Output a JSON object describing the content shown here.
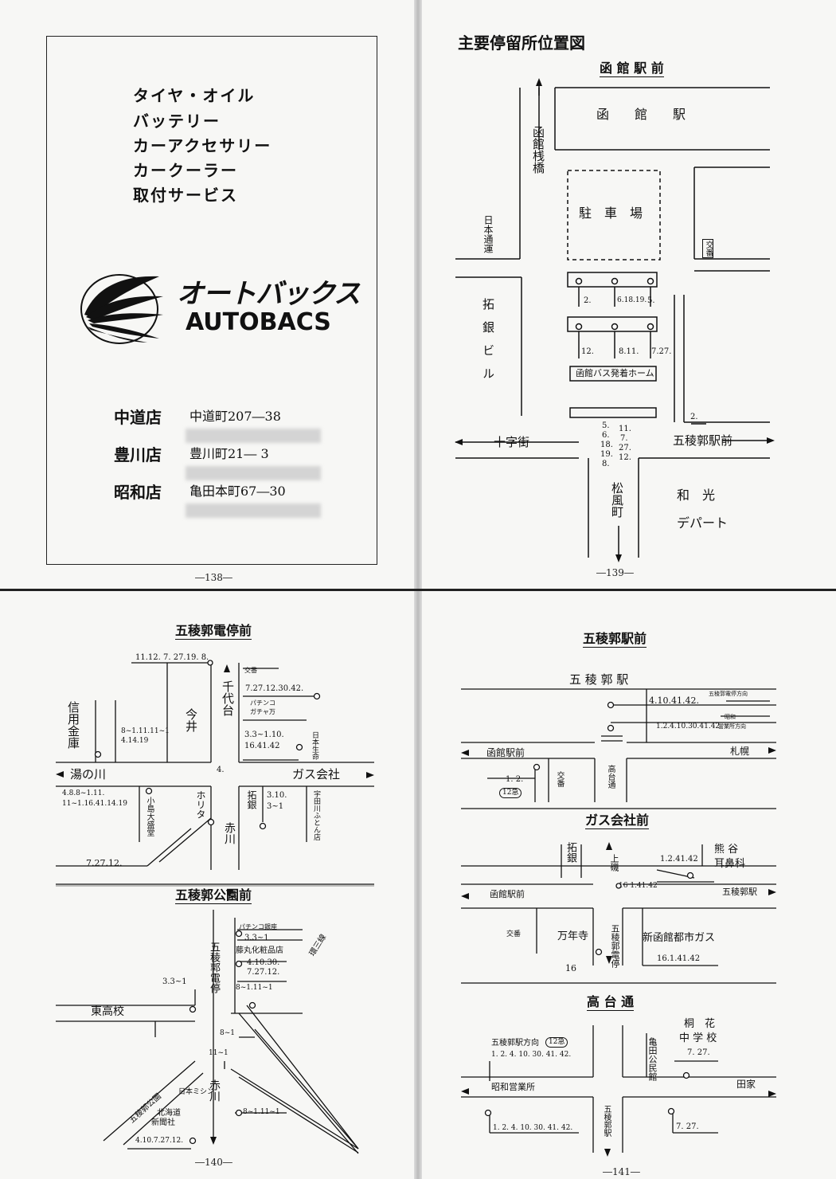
{
  "p138": {
    "services": [
      "タイヤ・オイル",
      "バッテリー",
      "カーアクセサリー",
      "カークーラー",
      "取付サービス"
    ],
    "brand_kana": "オートバックス",
    "brand_latin": "AUTOBACS",
    "stores": [
      {
        "name": "中道店",
        "address": "中道町207―38"
      },
      {
        "name": "豊川店",
        "address": "豊川町21― 3"
      },
      {
        "name": "昭和店",
        "address": "亀田本町67―30"
      }
    ],
    "page_number": "―138―"
  },
  "p139": {
    "heading": "主要停留所位置図",
    "subtitle": "函 館 駅 前",
    "station": "函　　館　　駅",
    "pier": "函館桟橋",
    "nittsu": "日本通運",
    "parking": "駐　車　場",
    "koban": "交番",
    "bus_a": "2.",
    "bus_b": "6.18.19.",
    "bus_c": "5.",
    "bus_d": "12.",
    "bus_e": "8.11.",
    "bus_f": "7.27.",
    "terminal": "函館バス発着ホーム",
    "takugin": "拓銀ビル",
    "stop_g": "5.",
    "stop_h": "6.",
    "stop_i": "18.",
    "stop_j": "19.",
    "stop_k": "8.",
    "stop_l": "11.",
    "stop_m": "7.",
    "stop_n": "27.",
    "stop_o": "12.",
    "stop_p": "2.",
    "juji": "十字街",
    "goryo": "五稜郭駅前",
    "matsukaze": "松風町",
    "wako": "和　光",
    "dept": "デパート",
    "page_number": "―139―"
  },
  "p140": {
    "title1": "五稜郭電停前",
    "r1": "11.12. 7. 27.19. 8.",
    "koban": "交番",
    "chiyo": "千代台",
    "r2": "7.27.12.30.42.",
    "pachinko": "パチンコ",
    "gacha": "ガチャ万",
    "imai": "今井",
    "shinyo": "信用金庫",
    "r3": "8~1.11.11~1",
    "r4": "4.14.19",
    "r5": "3.3~1.10.",
    "r6": "16.41.42",
    "nissei": "日本生命",
    "yunokawa": "湯の川",
    "r7": "4.",
    "gas": "ガス会社",
    "r8": "4.8.8~1.11.",
    "r9": "11~1.16.41.14.19",
    "kojima": "小島大盛堂",
    "horita": "ホリタ",
    "takugin": "拓銀",
    "r10": "3.10.",
    "r11": "3~1",
    "futon": "宇田川ふとん店",
    "akagawa": "赤川",
    "r12": "7.27.12.",
    "title2": "五稜郭公園前",
    "pachinko2": "パチンコ銀座",
    "r13": "3.3~1",
    "fujimaru": "藤丸化粧品店",
    "r14": "4.10.30.",
    "r15": "7.27.12.",
    "densha": "五稜郭電停",
    "ring3": "環三線",
    "r16": "8~1.11~1",
    "r17": "3.3~1",
    "higashi": "東高校",
    "r18": "8~1",
    "r19": "11~1",
    "akagawa2": "赤川",
    "park": "五稜郭公園",
    "nihon_mishin": "日本ミシン",
    "hokkaido": "北海道",
    "shinbun": "新聞社",
    "r20": "8~1.11~1",
    "r21": "4.10.7.27.12.",
    "page_number": "―140―"
  },
  "p141": {
    "title1": "五稜郭駅前",
    "station": "五 稜 郭 駅",
    "r1": "4.10.41.42.",
    "d1": "五稜郭電停方向",
    "d2": "昭和",
    "r2": "1.2.4.10.30.41.42.",
    "d3": "営業所方向",
    "hakodate": "函館駅前",
    "sapporo": "札幌",
    "r3": "1. 2.",
    "r4": "12急",
    "koban": "交番",
    "takadai": "高台通",
    "title2": "ガス会社前",
    "takugin": "拓銀",
    "kamiiso": "上磯",
    "r5": "1.2.41.42",
    "kumagai": "熊 谷",
    "jibika": "耳鼻科",
    "r6": "16 1.41.42",
    "hakodate2": "函館駅前",
    "goryoeki": "五稜郭駅",
    "koban2": "交番",
    "manneji": "万年寺",
    "densha": "五稜郭電停",
    "gasco": "新函館都市ガス",
    "r7": "16.1.41.42",
    "r8": "16",
    "title3": "高 台 通",
    "kiri": "桐　花",
    "chugaku": "中 学 校",
    "r9": "7. 27.",
    "dir": "五稜郭駅方向",
    "r10": "12急",
    "r11": "1. 2. 4. 10. 30. 41. 42.",
    "kameda": "亀田公民館",
    "showa": "昭和営業所",
    "taya": "田家",
    "goryoeki2": "五稜郭駅",
    "r12": "1. 2. 4. 10. 30. 41. 42.",
    "r13": "7. 27.",
    "page_number": "―141―"
  }
}
